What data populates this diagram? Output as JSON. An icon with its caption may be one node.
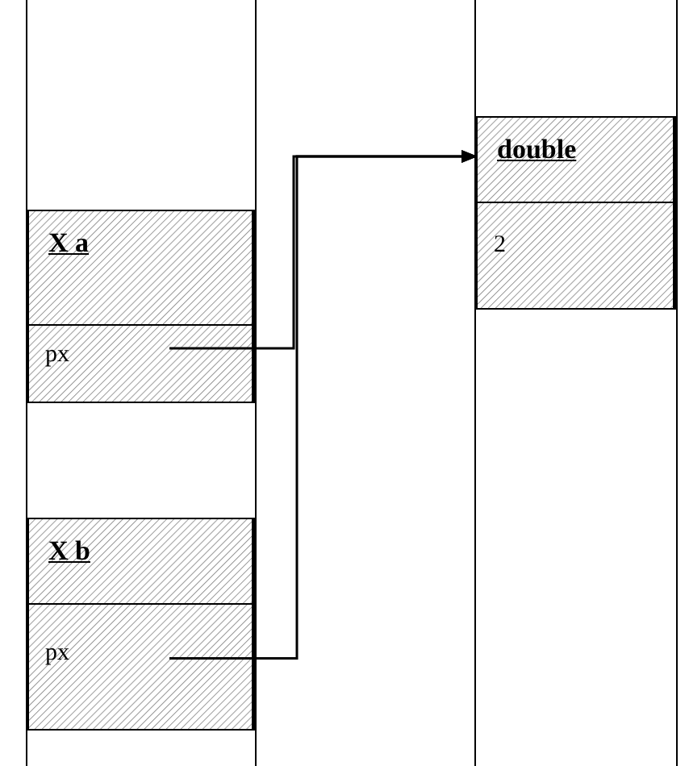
{
  "diagram": {
    "nodes": [
      {
        "text": [
          "X a"
        ]
      },
      {
        "text": [
          "px"
        ],
        "in": 0
      },
      {
        "text": [
          "X b"
        ]
      },
      {
        "text": [
          "px"
        ],
        "in": 2
      },
      {
        "text": [
          "double"
        ]
      },
      {
        "text": [
          "2"
        ],
        "in": 4
      }
    ],
    "edges": [
      {
        "from": 1,
        "to": 4,
        "arrow": "to"
      },
      {
        "from": 3,
        "to": 4,
        "arrow": "to"
      }
    ]
  }
}
